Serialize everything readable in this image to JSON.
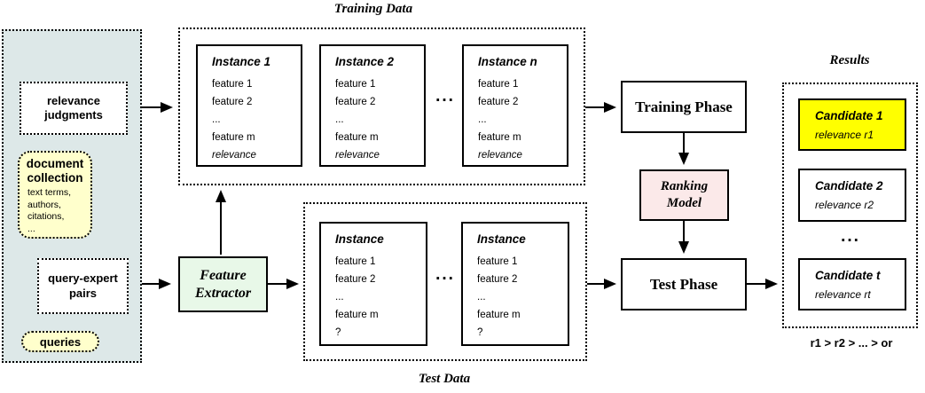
{
  "colors": {
    "panel_bg": "#dde8e8",
    "soft_yellow": "#ffffcc",
    "highlight_yellow": "#ffff00",
    "soft_green": "#e8f8e8",
    "soft_pink": "#fbe9e9",
    "line": "#000000"
  },
  "left_panel": {
    "relevance_judgments_label": "relevance judgments",
    "document_collection": {
      "title": "document collection",
      "details": "text terms,\nauthors,\ncitations,\n..."
    },
    "query_expert_pairs_label": "query-expert pairs",
    "queries_label": "queries"
  },
  "training": {
    "title": "Training Data",
    "ellipsis": "...",
    "instances": [
      {
        "title": "Instance 1",
        "features": "feature 1\nfeature 2\n...\nfeature m",
        "relevance": "relevance"
      },
      {
        "title": "Instance 2",
        "features": "feature 1\nfeature 2\n...\nfeature m",
        "relevance": "relevance"
      },
      {
        "title": "Instance n",
        "features": "feature 1\nfeature 2\n...\nfeature m",
        "relevance": "relevance"
      }
    ]
  },
  "test": {
    "title": "Test Data",
    "ellipsis": "...",
    "instances": [
      {
        "title": "Instance",
        "features": "feature 1\nfeature 2\n...\nfeature m",
        "unknown": "?"
      },
      {
        "title": "Instance",
        "features": "feature 1\nfeature 2\n...\nfeature m",
        "unknown": "?"
      }
    ]
  },
  "pipeline": {
    "feature_extractor_label": "Feature\nExtractor",
    "training_phase_label": "Training Phase",
    "ranking_model_label": "Ranking\nModel",
    "test_phase_label": "Test Phase"
  },
  "results": {
    "title": "Results",
    "ellipsis": "...",
    "candidates": [
      {
        "title": "Candidate 1",
        "relevance": "relevance r1"
      },
      {
        "title": "Candidate 2",
        "relevance": "relevance r2"
      },
      {
        "title": "Candidate t",
        "relevance": "relevance rt"
      }
    ],
    "ranking_note": "r1 > r2 > ... > or"
  }
}
